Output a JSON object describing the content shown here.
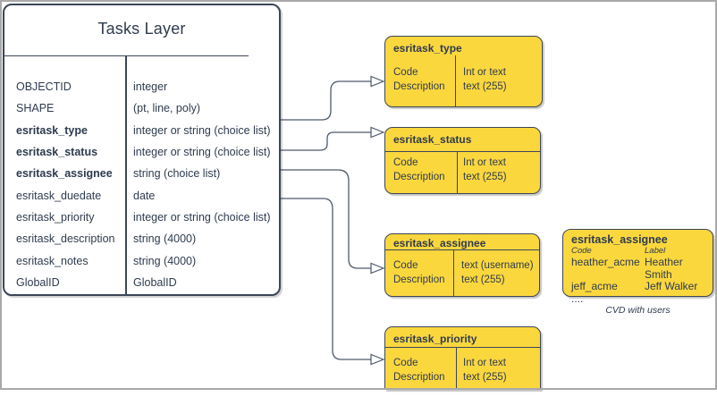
{
  "colors": {
    "yellow_fill": "#FBD73E",
    "dark_line": "#3C4657",
    "text": "#2E3B4E",
    "frame_gray": "#A9A9A9",
    "connector": "#4D5A6B"
  },
  "tasks_layer": {
    "title": "Tasks Layer",
    "fields": [
      {
        "name": "OBJECTID",
        "type": "integer"
      },
      {
        "name": "SHAPE",
        "type": "(pt, line, poly)"
      },
      {
        "name": "esritask_type",
        "type": "integer or string (choice list)"
      },
      {
        "name": "esritask_status",
        "type": "integer or string (choice list)"
      },
      {
        "name": "esritask_assignee",
        "type": "string (choice list)"
      },
      {
        "name": "esritask_duedate",
        "type": "date"
      },
      {
        "name": "esritask_priority",
        "type": "integer or string (choice list)"
      },
      {
        "name": "esritask_description",
        "type": "string (4000)"
      },
      {
        "name": "esritask_notes",
        "type": "string (4000)"
      },
      {
        "name": "GlobalID",
        "type": "GlobalID"
      }
    ]
  },
  "choice_boxes": [
    {
      "title": "esritask_type",
      "col1": [
        "Code",
        "Description"
      ],
      "col2": [
        "Int or text",
        "text (255)"
      ]
    },
    {
      "title": "esritask_status",
      "col1": [
        "Code",
        "Description"
      ],
      "col2": [
        "Int or text",
        "text (255)"
      ]
    },
    {
      "title": "esritask_assignee",
      "col1": [
        "Code",
        "Description"
      ],
      "col2": [
        "text  (username)",
        "text (255)"
      ]
    },
    {
      "title": "esritask_priority",
      "col1": [
        "Code",
        "Description"
      ],
      "col2": [
        "Int or text",
        "text (255)"
      ]
    }
  ],
  "cvd_table": {
    "title": "esritask_assignee",
    "columns": [
      "Code",
      "Label"
    ],
    "rows": [
      {
        "code": "heather_acme",
        "label": "Heather Smith"
      },
      {
        "code": "jeff_acme",
        "label": "Jeff Walker"
      },
      {
        "code": "....",
        "label": ""
      }
    ],
    "caption": "CVD with users"
  }
}
